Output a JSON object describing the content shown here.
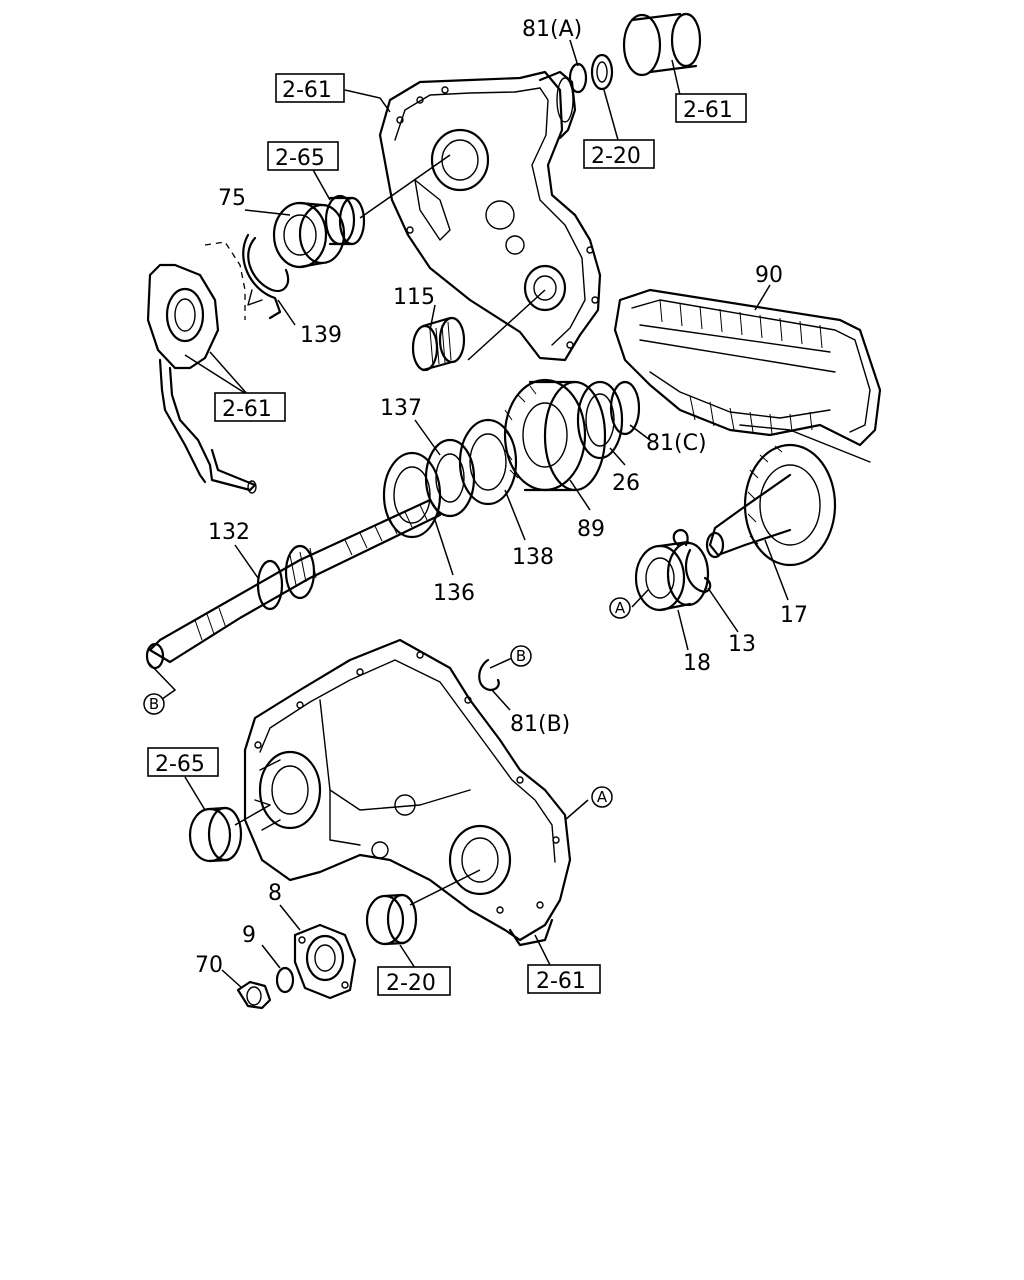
{
  "callouts": {
    "c81a": "81(A)",
    "c81b": "81(B)",
    "c81c": "81(C)",
    "c75": "75",
    "c139": "139",
    "c115": "115",
    "c90": "90",
    "c137": "137",
    "c132": "132",
    "c136": "136",
    "c138": "138",
    "c89": "89",
    "c26": "26",
    "c17": "17",
    "c13": "13",
    "c18": "18",
    "c8": "8",
    "c9": "9",
    "c70": "70"
  },
  "references": {
    "r1": "2-61",
    "r2": "2-61",
    "r3": "2-65",
    "r4": "2-20",
    "r5": "2-61",
    "r6": "2-65",
    "r7": "2-20",
    "r8": "2-61"
  },
  "markers": {
    "a1": "A",
    "a2": "A",
    "b1": "B",
    "b2": "B"
  }
}
